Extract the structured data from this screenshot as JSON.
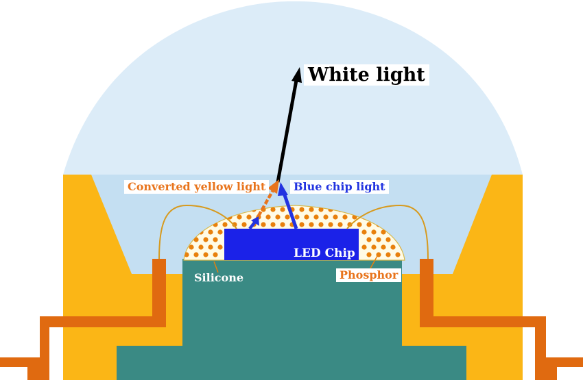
{
  "labels": {
    "white_light": "White light",
    "converted_yellow_light": "Converted yellow light",
    "blue_chip_light": "Blue chip light",
    "led_chip": "LED Chip",
    "silicone": "Silicone",
    "phosphor": "Phosphor"
  },
  "colors": {
    "dome": "#dcecf8",
    "cavity": "#c4dff2",
    "reflector_cup": "#fbb616",
    "lead_frame": "#e06a10",
    "heat_slug": "#3a8a84",
    "led_chip": "#1b22e8",
    "phosphor_dots": "#e8800c",
    "silicone_fill": "#fffbe6",
    "bond_wire": "#d79a1e",
    "white_light_arrow": "#000000",
    "yellow_arrow": "#e8741c",
    "blue_arrow": "#2233e0",
    "label_yellow_text": "#e8741c",
    "label_blue_text": "#2233e0",
    "label_phosphor_text": "#e8741c"
  }
}
